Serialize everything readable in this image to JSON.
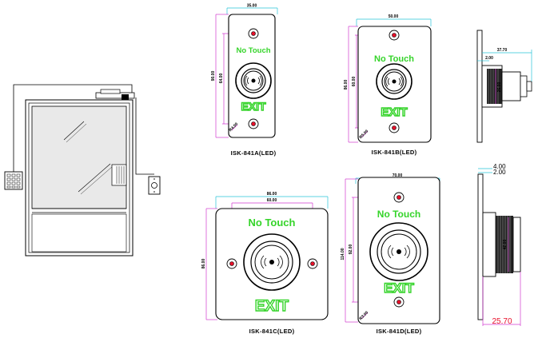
{
  "products": [
    {
      "model": "ISK-841A(LED)",
      "dim_width": "35.00",
      "dim_height": "90.00",
      "dim_hole_spacing": "64.00",
      "dim_radius": "R4.00",
      "text_top": "No Touch",
      "text_bottom": "EXIT"
    },
    {
      "model": "ISK-841B(LED)",
      "dim_width": "50.00",
      "dim_height": "86.00",
      "dim_hole_spacing": "60.00",
      "dim_radius": "R5.00",
      "text_top": "No Touch",
      "text_bottom": "EXIT"
    },
    {
      "model": "ISK-841C(LED)",
      "dim_width": "86.00",
      "dim_hole_spacing": "60.00",
      "dim_height": "86.00",
      "text_top": "No Touch",
      "text_bottom": "EXIT"
    },
    {
      "model": "ISK-841D(LED)",
      "dim_width": "70.00",
      "dim_height": "114.00",
      "dim_hole_spacing": "92.00",
      "dim_radius": "R3.00",
      "text_top": "No Touch",
      "text_bottom": "EXIT"
    }
  ],
  "side_views": [
    {
      "dim_length": "37.70",
      "dim_plate": "2.00",
      "dim_diameter": "26.00"
    },
    {
      "dim_top1": "4.00",
      "dim_top2": "2.00",
      "dim_diameter": "42.00",
      "dim_length": "25.70"
    }
  ],
  "colors": {
    "legend_green": "#35d42a",
    "dimension_magenta": "#d23ad0",
    "dimension_cyan": "#27c5d8",
    "screw_red": "#e8102a"
  }
}
